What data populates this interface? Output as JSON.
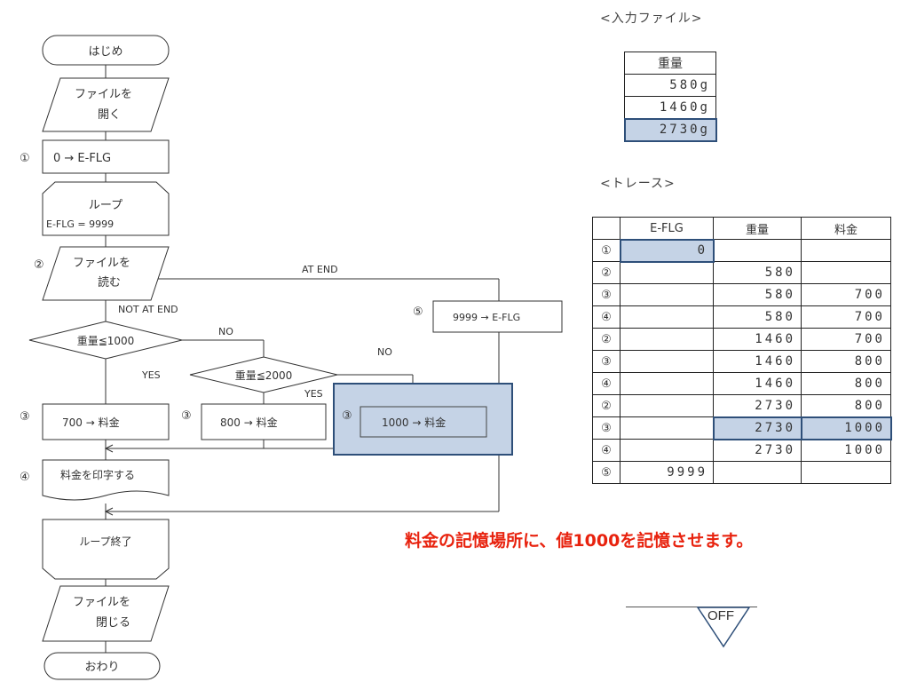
{
  "flowchart": {
    "start_label": "はじめ",
    "open_file": [
      "ファイルを",
      "開く"
    ],
    "step1_marker": "①",
    "step1_text": "0 → E-FLG",
    "loop_label": "ループ",
    "loop_cond": "E-FLG  =  9999",
    "step2_marker": "②",
    "read_file": [
      "ファイルを",
      "読む"
    ],
    "at_end": "AT  END",
    "not_at_end": "NOT  AT  END",
    "step5_marker": "⑤",
    "step5_text": "9999  →  E-FLG",
    "decision1": "重量≦1000",
    "decision1_no": "NO",
    "decision1_yes": "YES",
    "decision2": "重量≦2000",
    "decision2_no": "NO",
    "decision2_yes": "YES",
    "step3a_marker": "③",
    "step3a_text": "700  →  料金",
    "step3b_marker": "③",
    "step3b_text": "800  →  料金",
    "step3c_marker": "③",
    "step3c_text": "1000  →  料金",
    "step4_marker": "④",
    "print_text": "料金を印字する",
    "loop_end": "ループ終了",
    "close_file": [
      "ファイルを",
      "閉じる"
    ],
    "end_label": "おわり"
  },
  "input_file": {
    "label": "<入力ファイル>",
    "header": "重量",
    "rows": [
      "580g",
      "1460g",
      "2730g"
    ]
  },
  "trace": {
    "label": "<トレース>",
    "headers": [
      "",
      "E-FLG",
      "重量",
      "料金"
    ],
    "rows": [
      [
        "①",
        "0",
        "",
        ""
      ],
      [
        "②",
        "",
        "580",
        ""
      ],
      [
        "③",
        "",
        "580",
        "700"
      ],
      [
        "④",
        "",
        "580",
        "700"
      ],
      [
        "②",
        "",
        "1460",
        "700"
      ],
      [
        "③",
        "",
        "1460",
        "800"
      ],
      [
        "④",
        "",
        "1460",
        "800"
      ],
      [
        "②",
        "",
        "2730",
        "800"
      ],
      [
        "③",
        "",
        "2730",
        "1000"
      ],
      [
        "④",
        "",
        "2730",
        "1000"
      ],
      [
        "⑤",
        "9999",
        "",
        ""
      ]
    ]
  },
  "caption": "料金の記憶場所に、値1000を記憶させます。",
  "off_label": "OFF",
  "colors": {
    "highlight_fill": "#c5d3e6",
    "highlight_border": "#2e4f79",
    "caption": "#e8220e"
  }
}
